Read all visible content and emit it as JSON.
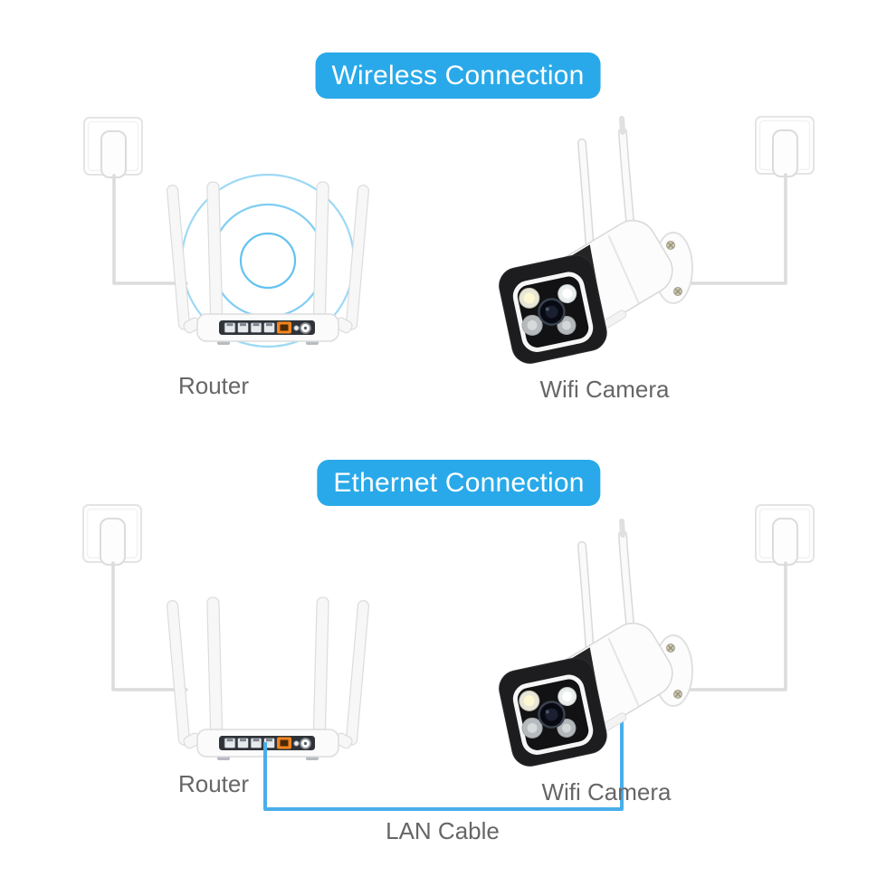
{
  "sections": [
    {
      "id": "wireless",
      "banner": "Wireless Connection",
      "router_label": "Router",
      "camera_label": "Wifi Camera"
    },
    {
      "id": "ethernet",
      "banner": "Ethernet Connection",
      "router_label": "Router",
      "camera_label": "Wifi Camera",
      "cable_label": "LAN Cable"
    }
  ],
  "colors": {
    "banner": "#29a9e9",
    "rings": "#5cbfef",
    "lan": "#4aaeea",
    "white_cable": "#dcdcdc",
    "wan": "#f5841f",
    "label": "#666666"
  }
}
